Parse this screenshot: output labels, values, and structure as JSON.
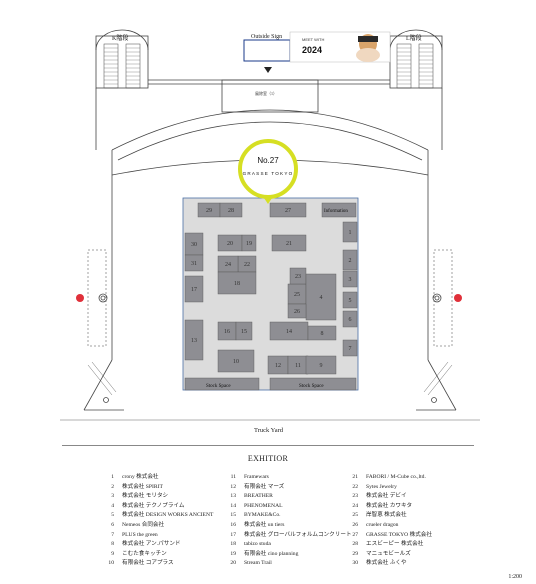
{
  "labels": {
    "outside_sign": "Outside Sign",
    "stair_left": "K階段",
    "stair_right": "L階段",
    "room": "風除室（1）",
    "truck_yard": "Truck Yard",
    "information": "Information",
    "stock_space": "Stock Space",
    "scale": "1:200"
  },
  "banner": {
    "line1": "MEET WITH",
    "line2": "2024"
  },
  "callout": {
    "number": "No.27",
    "name": "GRASSE TOKYO",
    "color": "#d6df23"
  },
  "booths": [
    {
      "n": "29"
    },
    {
      "n": "28"
    },
    {
      "n": "27"
    },
    {
      "n": "30"
    },
    {
      "n": "20"
    },
    {
      "n": "19"
    },
    {
      "n": "21"
    },
    {
      "n": "1"
    },
    {
      "n": "2"
    },
    {
      "n": "31"
    },
    {
      "n": "22"
    },
    {
      "n": "3"
    },
    {
      "n": "24"
    },
    {
      "n": "17"
    },
    {
      "n": "25"
    },
    {
      "n": "23"
    },
    {
      "n": "18"
    },
    {
      "n": "4"
    },
    {
      "n": "26"
    },
    {
      "n": "5"
    },
    {
      "n": "16"
    },
    {
      "n": "15"
    },
    {
      "n": "14"
    },
    {
      "n": "8"
    },
    {
      "n": "6"
    },
    {
      "n": "13"
    },
    {
      "n": "7"
    },
    {
      "n": "12"
    },
    {
      "n": "10"
    },
    {
      "n": "11"
    },
    {
      "n": "9"
    }
  ],
  "legend": {
    "title": "EXHITIOR",
    "items": [
      {
        "n": "1",
        "name": "crony 株式会社"
      },
      {
        "n": "2",
        "name": "株式会社 SPIRIT"
      },
      {
        "n": "3",
        "name": "株式会社 モリタシ"
      },
      {
        "n": "4",
        "name": "株式会社 テクノプライム"
      },
      {
        "n": "5",
        "name": "株式会社 DESIGN WORKS ANCIENT"
      },
      {
        "n": "6",
        "name": "Nemeos 合同会社"
      },
      {
        "n": "7",
        "name": "PLUS the green"
      },
      {
        "n": "8",
        "name": "株式会社 アン.パサンド"
      },
      {
        "n": "9",
        "name": "こむた食キッチン"
      },
      {
        "n": "10",
        "name": "有限会社 コアプラス"
      },
      {
        "n": "11",
        "name": "Framewars"
      },
      {
        "n": "12",
        "name": "有限会社 マーズ"
      },
      {
        "n": "13",
        "name": "BREATHER"
      },
      {
        "n": "14",
        "name": "PHENOMENAL"
      },
      {
        "n": "15",
        "name": "BYMAKE&Co."
      },
      {
        "n": "16",
        "name": "株式会社 un tiers"
      },
      {
        "n": "17",
        "name": "株式会社 グローバルフォルムコンクリート"
      },
      {
        "n": "18",
        "name": "tabizo studa"
      },
      {
        "n": "19",
        "name": "有限会社 cino planning"
      },
      {
        "n": "20",
        "name": "Stream Trail"
      },
      {
        "n": "21",
        "name": "FABORI / M-Cube co.,ltd."
      },
      {
        "n": "22",
        "name": "Sytes Jewelry"
      },
      {
        "n": "23",
        "name": "株式会社 デビイ"
      },
      {
        "n": "24",
        "name": "株式会社 カワキタ"
      },
      {
        "n": "25",
        "name": "岸智恵 株式会社"
      },
      {
        "n": "26",
        "name": "crueler dragon"
      },
      {
        "n": "27",
        "name": "GRASSE TOKYO 株式会社"
      },
      {
        "n": "28",
        "name": "エスビーピー 株式会社"
      },
      {
        "n": "29",
        "name": "マニュモビールズ"
      },
      {
        "n": "30",
        "name": "株式会社 ふくや"
      }
    ]
  }
}
